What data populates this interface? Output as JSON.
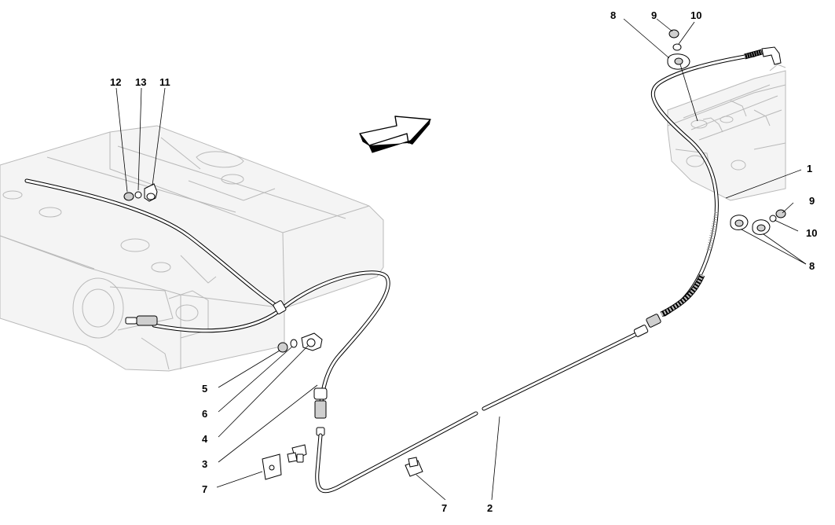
{
  "callouts": {
    "c1": "1",
    "c2": "2",
    "c3": "3",
    "c4": "4",
    "c5": "5",
    "c6": "6",
    "c7a": "7",
    "c7b": "7",
    "c8a": "8",
    "c8b": "8",
    "c9a": "9",
    "c9b": "9",
    "c10a": "10",
    "c10b": "10",
    "c11": "11",
    "c12": "12",
    "c13": "13"
  }
}
